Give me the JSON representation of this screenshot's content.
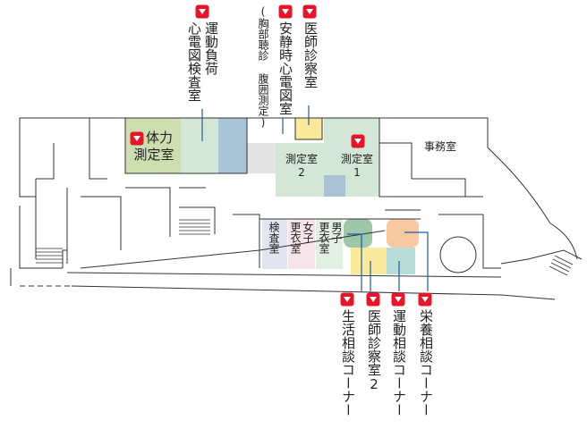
{
  "colors": {
    "marker": "#e8142a",
    "line": "#1a5ea8",
    "wall": "#333333",
    "green_light": "#d4e6d6",
    "green_olive": "#cddfae",
    "blue_gray": "#a9c3d6",
    "yellow": "#fbe99c",
    "orange": "#f8c9a0",
    "teal": "#b7ddd8",
    "green_mid": "#9dc7a8",
    "lavender": "#e2e4f2",
    "pink": "#f7e3ea",
    "pale_green": "#e2efe3",
    "gray": "#e4e4e4"
  },
  "labels": {
    "undou_fuka": "運動負荷心電図検査室",
    "undou_fuka_col1": "運動負荷",
    "undou_fuka_col2": "心電図検査室",
    "ansei": "安静時心電図室",
    "ansei_note": "(胸部聴診 腹囲測定)",
    "ishi1": "医師診察室",
    "tairyoku_1": "体力",
    "tairyoku_2": "測定室",
    "sokutei2_a": "測定室",
    "sokutei2_b": "2",
    "sokutei1_a": "測定室",
    "sokutei1_b": "1",
    "jimu": "事務室",
    "kensa": "検査室",
    "joshi_a": "女子",
    "joshi_b": "更衣室",
    "danshi_a": "男子",
    "danshi_b": "更衣室",
    "seikatsu": "生活相談コーナー",
    "ishi2": "医師診察室2",
    "undou_soudan": "運動相談コーナー",
    "eiyou": "栄養相談コーナー"
  }
}
